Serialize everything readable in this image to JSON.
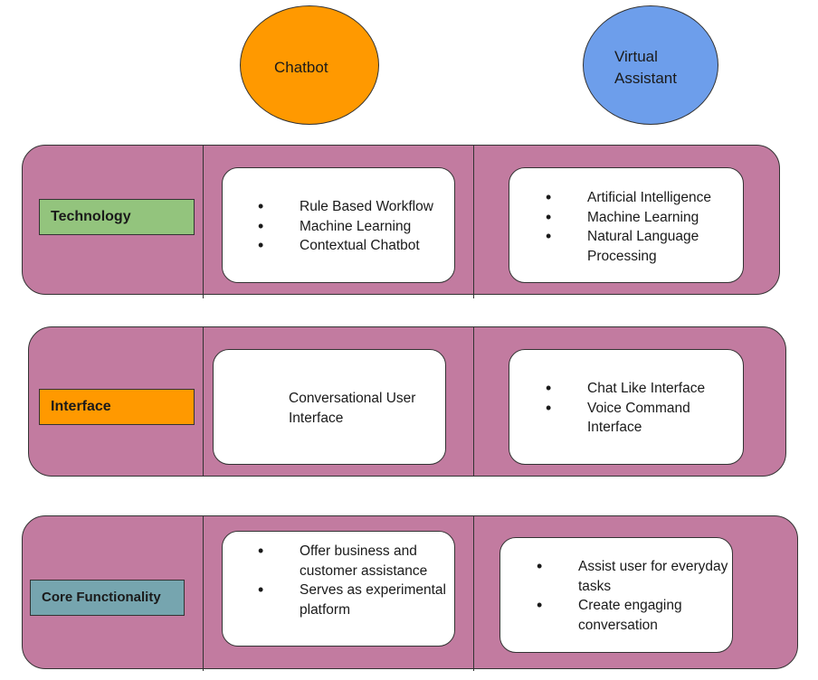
{
  "columns": {
    "chatbot": {
      "label": "Chatbot",
      "color": "#ff9900"
    },
    "virtual_assistant": {
      "label": "Virtual\nAssistant",
      "color": "#6d9eeb"
    }
  },
  "band_color": "#c27ba0",
  "rows": {
    "technology": {
      "label": "Technology",
      "color": "#93c47d",
      "chatbot": [
        "Rule Based Workflow",
        "Machine Learning",
        "Contextual Chatbot"
      ],
      "virtual_assistant": [
        "Artificial Intelligence",
        "Machine Learning",
        "Natural Language Processing"
      ]
    },
    "interface": {
      "label": "Interface",
      "color": "#ff9900",
      "chatbot_text": "Conversational User\nInterface",
      "virtual_assistant": [
        "Chat Like Interface",
        "Voice Command Interface"
      ]
    },
    "core_functionality": {
      "label": "Core Functionality",
      "color": "#76a5af",
      "chatbot": [
        "Offer business and customer assistance",
        "Serves as experimental platform"
      ],
      "virtual_assistant": [
        "Assist user for everyday tasks",
        "Create engaging conversation"
      ]
    }
  }
}
